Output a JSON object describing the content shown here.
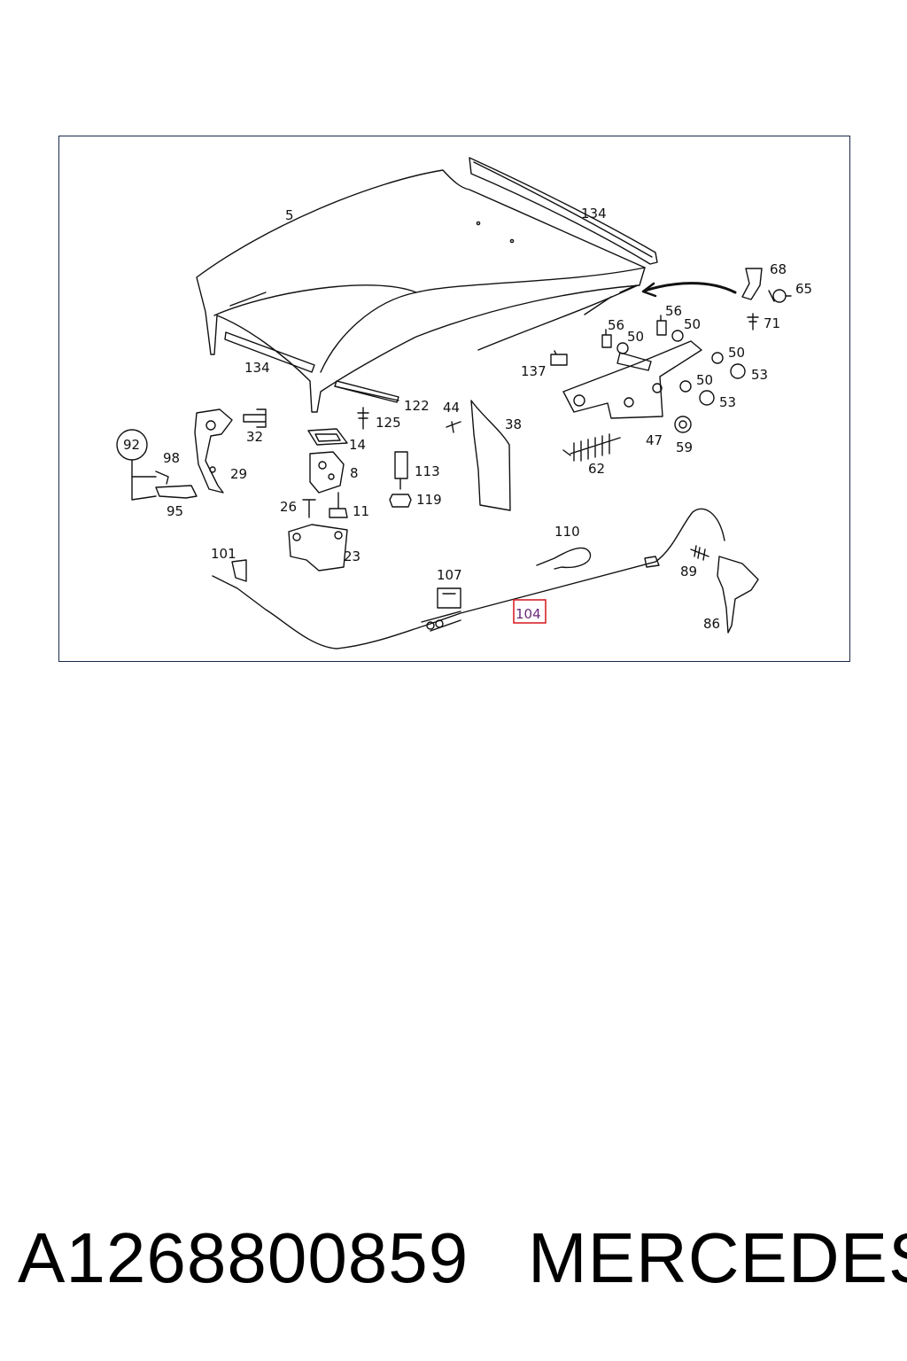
{
  "diagram": {
    "callouts": {
      "c5": "5",
      "c134a": "134",
      "c134b": "134",
      "c68": "68",
      "c65": "65",
      "c71": "71",
      "c56a": "56",
      "c56b": "56",
      "c50a": "50",
      "c50b": "50",
      "c50c": "50",
      "c50d": "50",
      "c53a": "53",
      "c53b": "53",
      "c137": "137",
      "c122": "122",
      "c125": "125",
      "c44": "44",
      "c38": "38",
      "c47": "47",
      "c59": "59",
      "c62": "62",
      "c32": "32",
      "c14": "14",
      "c8": "8",
      "c29": "29",
      "c92": "92",
      "c98": "98",
      "c95": "95",
      "c113": "113",
      "c119": "119",
      "c26": "26",
      "c11": "11",
      "c23": "23",
      "c110": "110",
      "c101": "101",
      "c107": "107",
      "c89": "89",
      "c86": "86",
      "c104": "104"
    },
    "highlighted_part": "104",
    "highlight_color": "#d8232a"
  },
  "footer": {
    "part_number": "A1268800859",
    "brand": "MERCEDES"
  }
}
